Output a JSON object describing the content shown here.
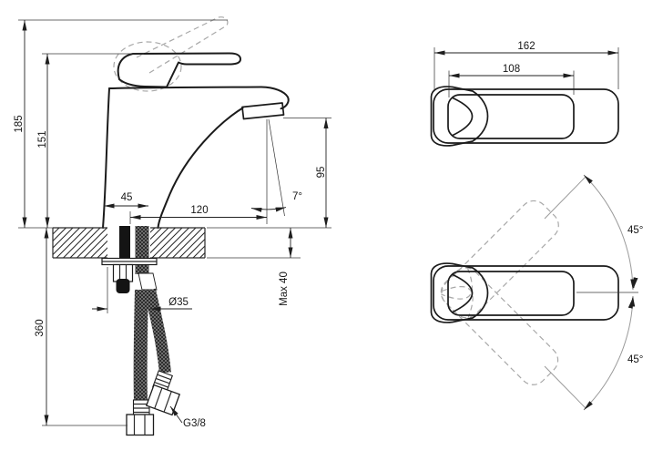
{
  "drawing": {
    "type": "faucet technical installation drawing",
    "palette": {
      "background": "#ffffff",
      "line": "#1b1b1b",
      "dimension_line": "#222222",
      "dashed_phantom": "#a8a8a8",
      "arc_gray": "#9a9a9a"
    }
  },
  "side_view": {
    "dimensions": {
      "total_height": "185",
      "faucet_height": "151",
      "base_width": "45",
      "spout_reach": "120",
      "outlet_height": "95",
      "stream_angle": "7°",
      "deck_thickness_max": "Max 40",
      "hole_diameter": "Ø35",
      "hose_length": "360",
      "thread_size": "G3/8"
    }
  },
  "top_view": {
    "dimensions": {
      "overall_length": "162",
      "handle_length": "108"
    }
  },
  "rotation_view": {
    "dimensions": {
      "swing_upper": "45°",
      "swing_lower": "45°"
    }
  }
}
